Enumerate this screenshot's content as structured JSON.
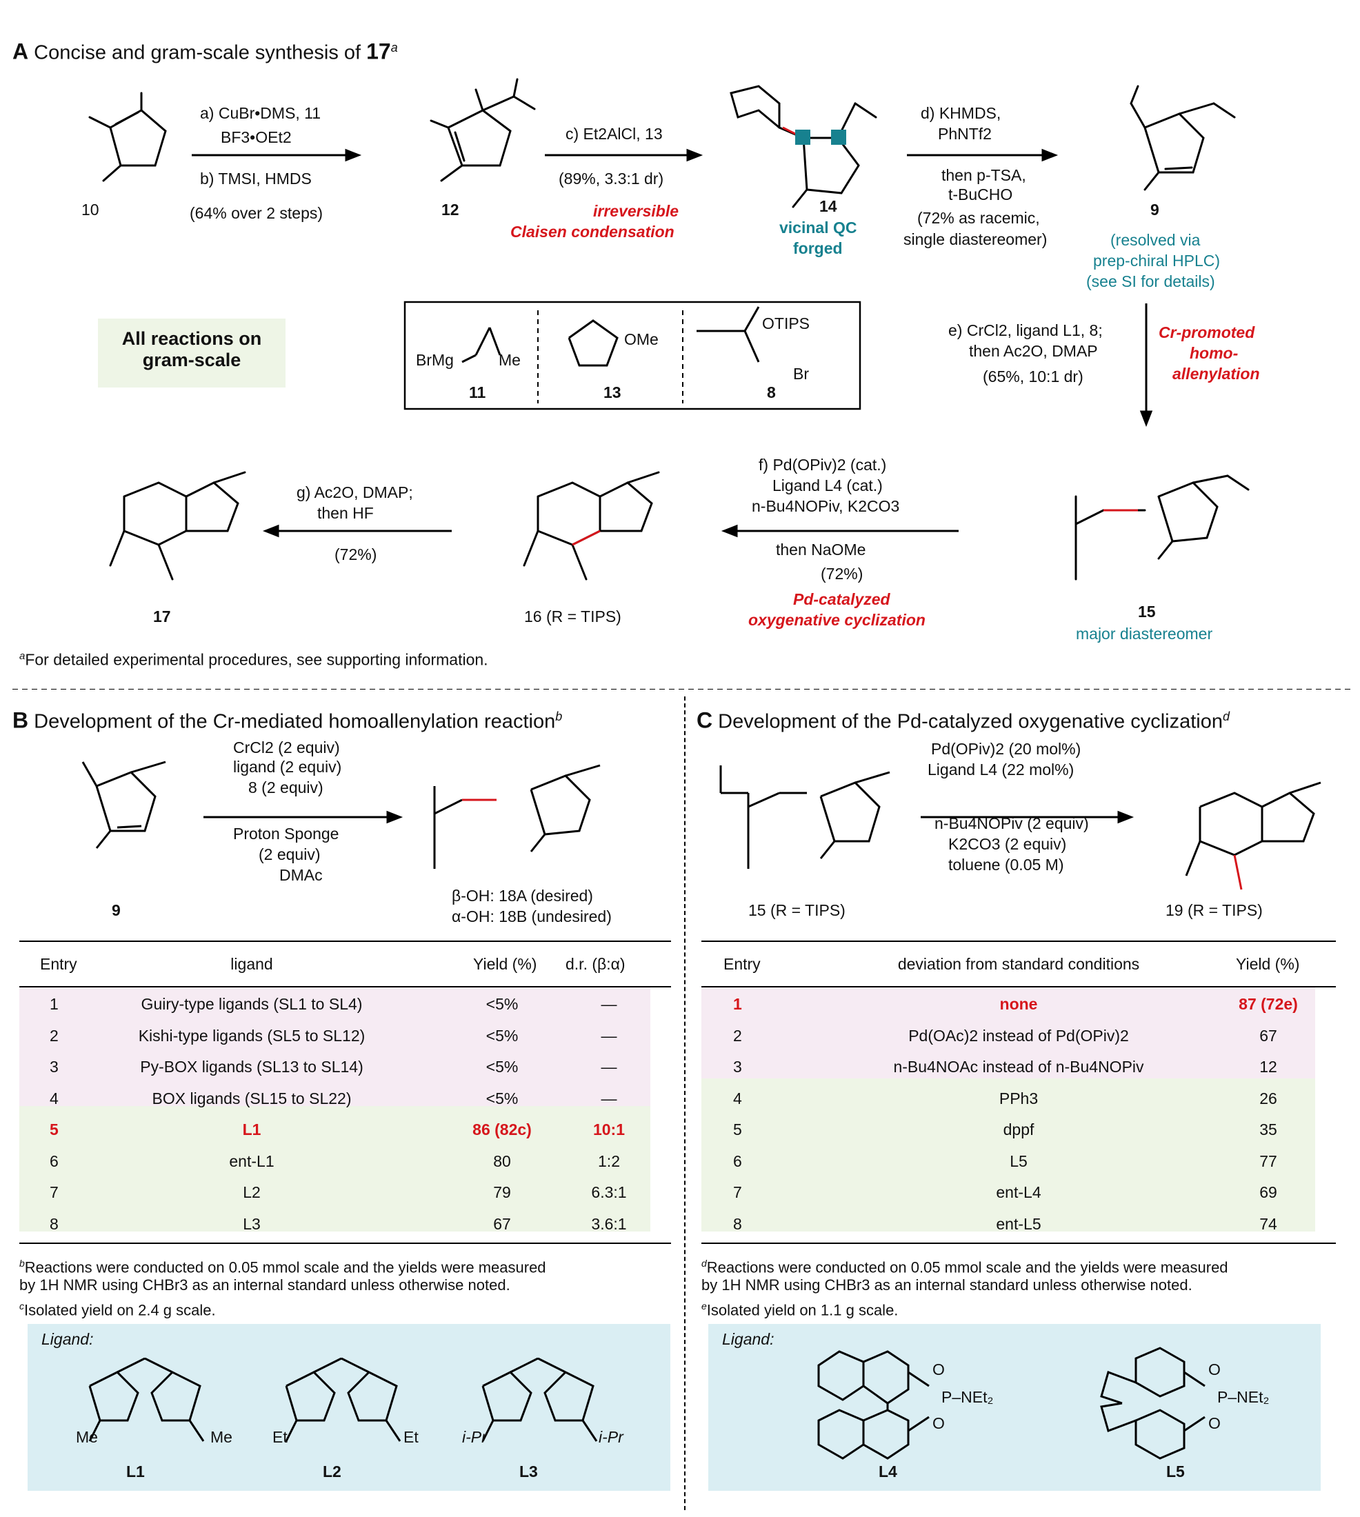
{
  "panelA": {
    "letter": "A",
    "title": "Concise and gram-scale synthesis of",
    "title_cmpd": "17",
    "title_sup": "a",
    "cmpd10": "10",
    "cmpd12": "12",
    "cmpd14": "14",
    "cmpd9": "9",
    "cmpd15": "15",
    "cmpd16": "16 (R = TIPS)",
    "cmpd17": "17",
    "step_a": "a) CuBr•DMS, 11",
    "step_a2": "BF3•OEt2",
    "step_b": "b) TMSI, HMDS",
    "step_b_yield": "(64% over 2 steps)",
    "step_c": "c) Et2AlCl, 13",
    "step_c_yield": "(89%, 3.3:1 dr)",
    "irreversible": "irreversible",
    "claisen": "Claisen condensation",
    "vicinal": "vicinal QC",
    "forged": "forged",
    "step_d1": "d) KHMDS,",
    "step_d2": "PhNTf2",
    "step_d3": "then p-TSA,",
    "step_d4": "t-BuCHO",
    "step_d5": "(72% as racemic,",
    "step_d6": "single diastereomer)",
    "resolved1": "(resolved via",
    "resolved2": "prep-chiral HPLC)",
    "resolved3": "(see SI for details)",
    "step_e1": "e) CrCl2, ligand L1, 8;",
    "step_e2": "then Ac2O, DMAP",
    "step_e3": "(65%, 10:1 dr)",
    "cr1": "Cr-promoted",
    "cr2": "homo-",
    "cr3": "allenylation",
    "gram1": "All reactions on",
    "gram2": "gram-scale",
    "box11": "11",
    "box13": "13",
    "box8": "8",
    "step_f1": "f) Pd(OPiv)2 (cat.)",
    "step_f2": "Ligand L4 (cat.)",
    "step_f3": "n-Bu4NOPiv, K2CO3",
    "step_f4": "then NaOMe",
    "step_f5": "(72%)",
    "pd1": "Pd-catalyzed",
    "pd2": "oxygenative cyclization",
    "step_g1": "g) Ac2O, DMAP;",
    "step_g2": "then HF",
    "step_g3": "(72%)",
    "major": "major diastereomer",
    "footnote": "For detailed experimental procedures, see supporting information."
  },
  "panelB": {
    "letter": "B",
    "title": "Development of the Cr-mediated homoallenylation reaction",
    "sup": "b",
    "cond1": "CrCl2 (2 equiv)",
    "cond2": "ligand (2 equiv)",
    "cond3": "8 (2 equiv)",
    "cond4": "Proton Sponge",
    "cond5": "(2 equiv)",
    "cond6": "DMAc",
    "sm": "9",
    "prod1": "β-OH: 18A (desired)",
    "prod2": "α-OH: 18B (undesired)",
    "headers": [
      "Entry",
      "ligand",
      "Yield (%)",
      "d.r. (β:α)"
    ],
    "rows": [
      [
        "1",
        "Guiry-type ligands (SL1 to SL4)",
        "<5%",
        "—"
      ],
      [
        "2",
        "Kishi-type ligands (SL5 to SL12)",
        "<5%",
        "—"
      ],
      [
        "3",
        "Py-BOX ligands (SL13 to SL14)",
        "<5%",
        "—"
      ],
      [
        "4",
        "BOX ligands (SL15 to SL22)",
        "<5%",
        "—"
      ],
      [
        "5",
        "L1",
        "86 (82c)",
        "10:1"
      ],
      [
        "6",
        "ent-L1",
        "80",
        "1:2"
      ],
      [
        "7",
        "L2",
        "79",
        "6.3:1"
      ],
      [
        "8",
        "L3",
        "67",
        "3.6:1"
      ]
    ],
    "foot1": "Reactions were conducted on 0.05 mmol scale and the yields were measured",
    "foot2": "by 1H NMR using CHBr3 as an internal standard unless otherwise noted.",
    "foot3": "Isolated yield on 2.4 g scale.",
    "ligand_label": "Ligand:",
    "L1": "L1",
    "L2": "L2",
    "L3": "L3"
  },
  "panelC": {
    "letter": "C",
    "title": "Development of the Pd-catalyzed oxygenative cyclization",
    "sup": "d",
    "cond1": "Pd(OPiv)2 (20 mol%)",
    "cond2": "Ligand L4 (22 mol%)",
    "cond3": "n-Bu4NOPiv (2 equiv)",
    "cond4": "K2CO3 (2 equiv)",
    "cond5": "toluene (0.05 M)",
    "sm": "15 (R = TIPS)",
    "prod": "19 (R = TIPS)",
    "headers": [
      "Entry",
      "deviation from standard conditions",
      "Yield (%)"
    ],
    "rows": [
      [
        "1",
        "none",
        "87 (72e)"
      ],
      [
        "2",
        "Pd(OAc)2 instead of Pd(OPiv)2",
        "67"
      ],
      [
        "3",
        "n-Bu4NOAc instead of n-Bu4NOPiv",
        "12"
      ],
      [
        "4",
        "PPh3",
        "26"
      ],
      [
        "5",
        "dppf",
        "35"
      ],
      [
        "6",
        "L5",
        "77"
      ],
      [
        "7",
        "ent-L4",
        "69"
      ],
      [
        "8",
        "ent-L5",
        "74"
      ]
    ],
    "foot1": "Reactions were conducted on 0.05 mmol scale and the yields were measured",
    "foot2": "by 1H NMR using CHBr3 as an internal standard unless otherwise noted.",
    "foot3": "Isolated yield on 1.1 g scale.",
    "ligand_label": "Ligand:",
    "L4": "L4",
    "L5": "L5"
  },
  "colors": {
    "red": "#d6161c",
    "teal": "#17818f",
    "pink": "#f6ebf3",
    "green": "#eef5e6",
    "blue": "#daeef3"
  }
}
